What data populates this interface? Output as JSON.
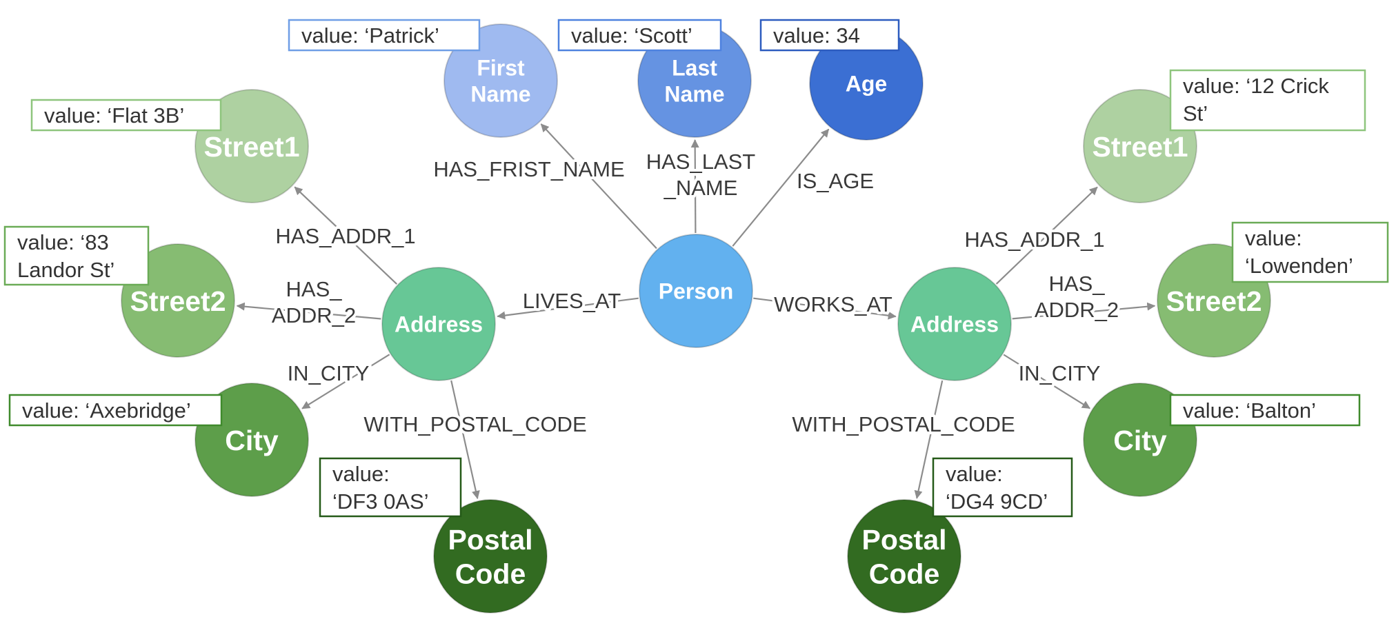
{
  "colors": {
    "person": "#62b1ef",
    "first_name": "#9fbaf0",
    "last_name": "#6593e2",
    "age": "#3b6fd3",
    "address": "#67c796",
    "street1": "#aed1a1",
    "street2": "#86bc72",
    "city": "#5d9e4a",
    "postal_code": "#326b21",
    "edge": "#8c8c8c"
  },
  "nodes": {
    "person": {
      "label": [
        "Person"
      ]
    },
    "first_name": {
      "label": [
        "First",
        "Name"
      ]
    },
    "last_name": {
      "label": [
        "Last",
        "Name"
      ]
    },
    "age": {
      "label": [
        "Age"
      ]
    },
    "home_address": {
      "label": [
        "Address"
      ]
    },
    "home_street1": {
      "label": [
        "Street1"
      ]
    },
    "home_street2": {
      "label": [
        "Street2"
      ]
    },
    "home_city": {
      "label": [
        "City"
      ]
    },
    "home_postal_code": {
      "label": [
        "Postal",
        "Code"
      ]
    },
    "work_address": {
      "label": [
        "Address"
      ]
    },
    "work_street1": {
      "label": [
        "Street1"
      ]
    },
    "work_street2": {
      "label": [
        "Street2"
      ]
    },
    "work_city": {
      "label": [
        "City"
      ]
    },
    "work_postal_code": {
      "label": [
        "Postal",
        "Code"
      ]
    }
  },
  "edges": {
    "has_first_name": [
      "HAS_FRIST_NAME"
    ],
    "has_last_name": [
      "HAS_LAST",
      "_NAME"
    ],
    "is_age": [
      "IS_AGE"
    ],
    "lives_at": [
      "LIVES_AT"
    ],
    "works_at": [
      "WORKS_AT"
    ],
    "home_has_addr_1": [
      "HAS_ADDR_1"
    ],
    "home_has_addr_2": [
      "HAS_",
      "ADDR_2"
    ],
    "home_in_city": [
      "IN_CITY"
    ],
    "home_with_postal_code": [
      "WITH_POSTAL_CODE"
    ],
    "work_has_addr_1": [
      "HAS_ADDR_1"
    ],
    "work_has_addr_2": [
      "HAS_",
      "ADDR_2"
    ],
    "work_in_city": [
      "IN_CITY"
    ],
    "work_with_postal_code": [
      "WITH_POSTAL_CODE"
    ]
  },
  "properties": {
    "first_name": [
      "value: ‘Patrick’"
    ],
    "last_name": [
      "value: ‘Scott’"
    ],
    "age": [
      "value: 34"
    ],
    "home_street1": [
      "value: ‘Flat 3B’"
    ],
    "home_street2": [
      "value: ‘83",
      "Landor St’"
    ],
    "home_city": [
      "value: ‘Axebridge’"
    ],
    "home_postal_code": [
      "value:",
      "‘DF3 0AS’"
    ],
    "work_street1": [
      "value: ‘12 Crick",
      "St’"
    ],
    "work_street2": [
      "value:",
      "‘Lowenden’"
    ],
    "work_city": [
      "value: ‘Balton’"
    ],
    "work_postal_code": [
      "value:",
      "‘DG4 9CD’"
    ]
  }
}
